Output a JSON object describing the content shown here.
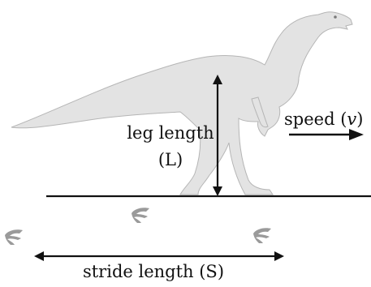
{
  "labels": {
    "leg_length": "leg length",
    "leg_length_symbol": "(L)",
    "speed": "speed (",
    "speed_symbol": "v",
    "speed_close": ")",
    "stride_length": "stride length (S)"
  },
  "colors": {
    "dinosaur_fill": "#e3e3e3",
    "dinosaur_outline": "#b5b5b5",
    "footprint_fill": "#9a9a9a",
    "lines": "#111111"
  },
  "icons": {
    "dinosaur": "dinosaur-icon",
    "footprint": "footprint-icon"
  }
}
